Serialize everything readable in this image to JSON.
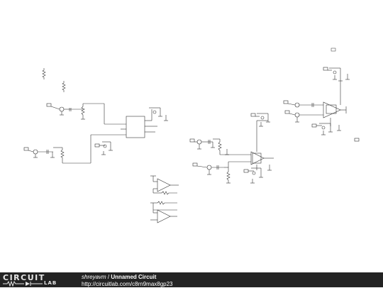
{
  "footer": {
    "brand_word": "CIRCUIT",
    "brand_lab": "LAB",
    "author": "shreyavm",
    "separator": " / ",
    "title": "Unnamed Circuit",
    "url": "http://circuitlab.com/c8rn9max8gp23"
  },
  "colors": {
    "wire": "#333333",
    "footer_bg": "#232323",
    "footer_text": "#ffffff"
  }
}
